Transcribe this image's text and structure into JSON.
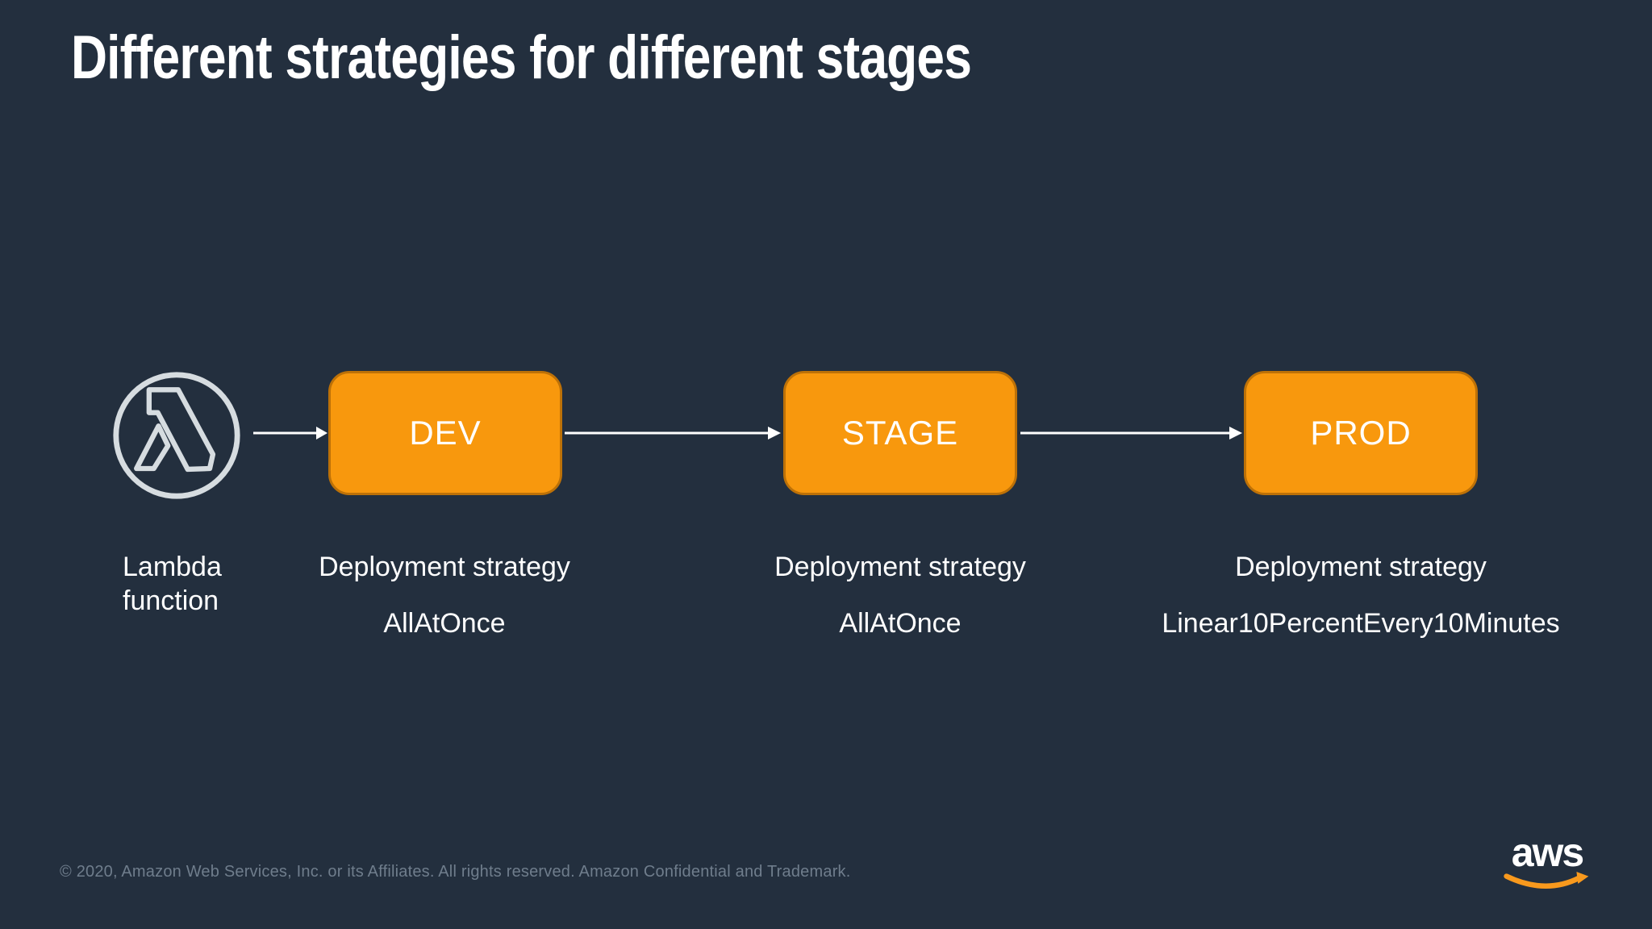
{
  "slide": {
    "title": "Different strategies for different stages",
    "footer": "© 2020, Amazon Web Services, Inc. or its Affiliates. All rights reserved. Amazon Confidential and Trademark.",
    "logo_text": "aws"
  },
  "lambda": {
    "icon": "lambda-function-icon",
    "label": "Lambda\nfunction"
  },
  "stages": [
    {
      "name": "DEV",
      "strategy_label": "Deployment strategy",
      "strategy": "AllAtOnce"
    },
    {
      "name": "STAGE",
      "strategy_label": "Deployment strategy",
      "strategy": "AllAtOnce"
    },
    {
      "name": "PROD",
      "strategy_label": "Deployment strategy",
      "strategy": "Linear10PercentEvery10Minutes"
    }
  ],
  "colors": {
    "background": "#232F3E",
    "stage_fill": "#F8980D",
    "stage_border": "#BD7107",
    "text": "#FFFFFF",
    "footer_text": "#6F7D8C",
    "icon": "#D6DCE0",
    "logo_smile": "#F8991D"
  }
}
